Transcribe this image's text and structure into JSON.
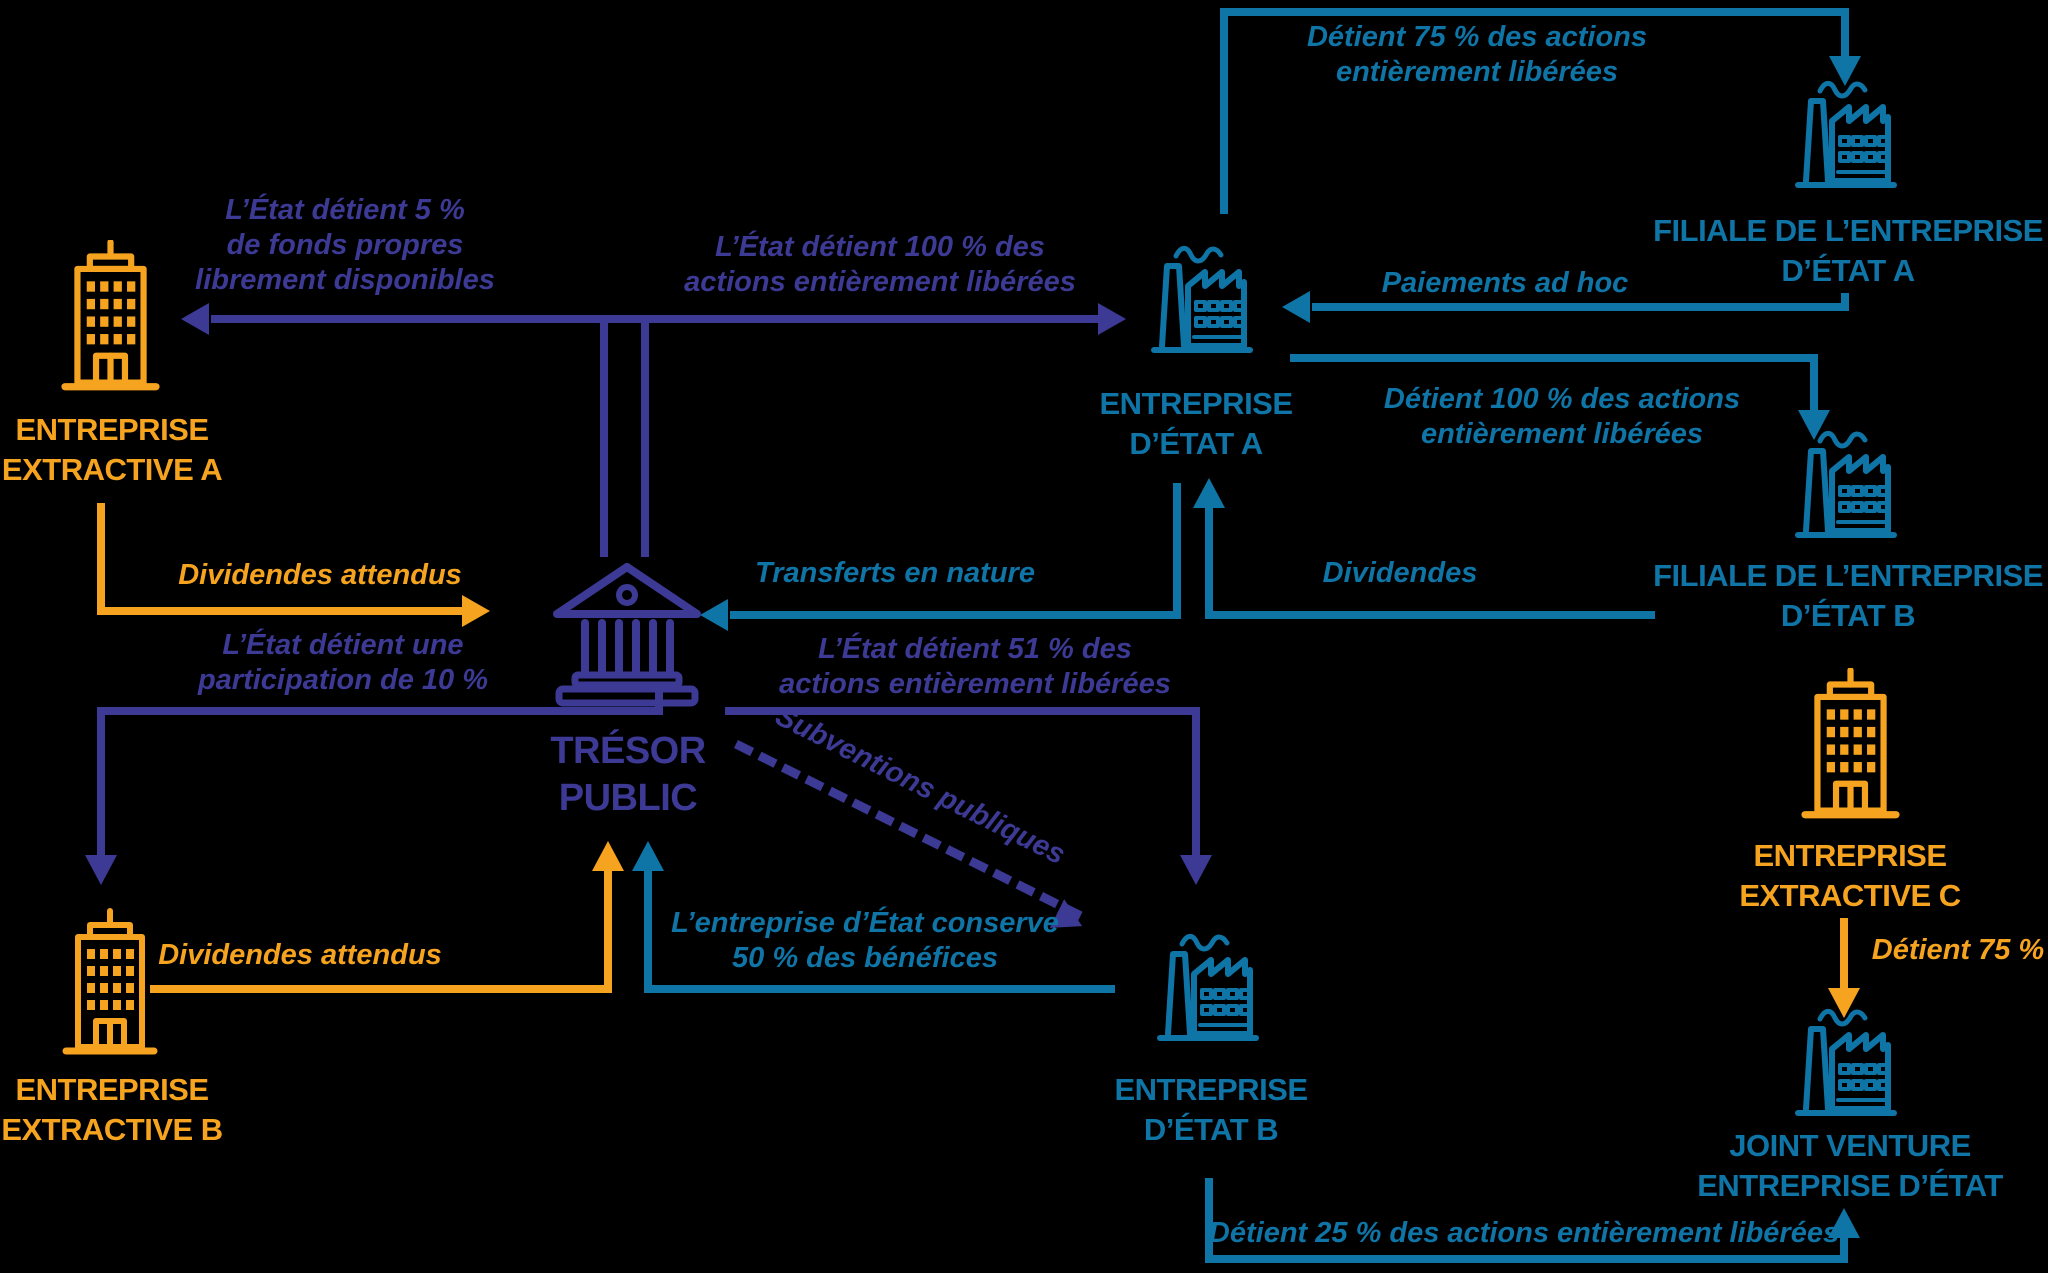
{
  "colors": {
    "background": "#000000",
    "purple": "#3c3a94",
    "orange": "#f6a41f",
    "blue": "#0f74a6"
  },
  "nodes": {
    "tresor_public": {
      "line1": "TRÉSOR",
      "line2": "PUBLIC"
    },
    "entreprise_extractive_a": {
      "line1": "ENTREPRISE",
      "line2": "EXTRACTIVE A"
    },
    "entreprise_extractive_b": {
      "line1": "ENTREPRISE",
      "line2": "EXTRACTIVE B"
    },
    "entreprise_extractive_c": {
      "line1": "ENTREPRISE",
      "line2": "EXTRACTIVE C"
    },
    "entreprise_etat_a": {
      "line1": "ENTREPRISE",
      "line2": "D’ÉTAT A"
    },
    "entreprise_etat_b": {
      "line1": "ENTREPRISE",
      "line2": "D’ÉTAT B"
    },
    "filiale_etat_a": {
      "line1": "FILIALE DE L’ENTREPRISE",
      "line2": "D’ÉTAT A"
    },
    "filiale_etat_b": {
      "line1": "FILIALE DE L’ENTREPRISE",
      "line2": "D’ÉTAT B"
    },
    "joint_venture": {
      "line1": "JOINT VENTURE",
      "line2": "ENTREPRISE D’ÉTAT"
    }
  },
  "edge_labels": {
    "detient_75_filiale_a": {
      "line1": "Détient 75 % des actions",
      "line2": "entièrement libérées"
    },
    "paiements_ad_hoc": "Paiements ad hoc",
    "detient_100_filiale_b": {
      "line1": "Détient 100 % des actions",
      "line2": "entièrement libérées"
    },
    "etat_detient_5": {
      "line1": "L’État détient 5 %",
      "line2": "de fonds propres",
      "line3": "librement disponibles"
    },
    "etat_detient_100": {
      "line1": "L’État détient 100 % des",
      "line2": "actions entièrement libérées"
    },
    "transferts_en_nature": "Transferts en nature",
    "dividendes": "Dividendes",
    "dividendes_attendus_a": "Dividendes attendus",
    "etat_participation_10": {
      "line1": "L’État détient une",
      "line2": "participation de 10 %"
    },
    "etat_detient_51": {
      "line1": "L’État détient 51 % des",
      "line2": "actions entièrement libérées"
    },
    "subventions_publiques": "Subventions publiques",
    "dividendes_attendus_b": "Dividendes attendus",
    "conserve_50": {
      "line1": "L’entreprise d’État conserve",
      "line2": "50 % des bénéfices"
    },
    "detient_75_c": "Détient 75 %",
    "detient_25": "Détient 25 % des actions entièrement libérées"
  }
}
